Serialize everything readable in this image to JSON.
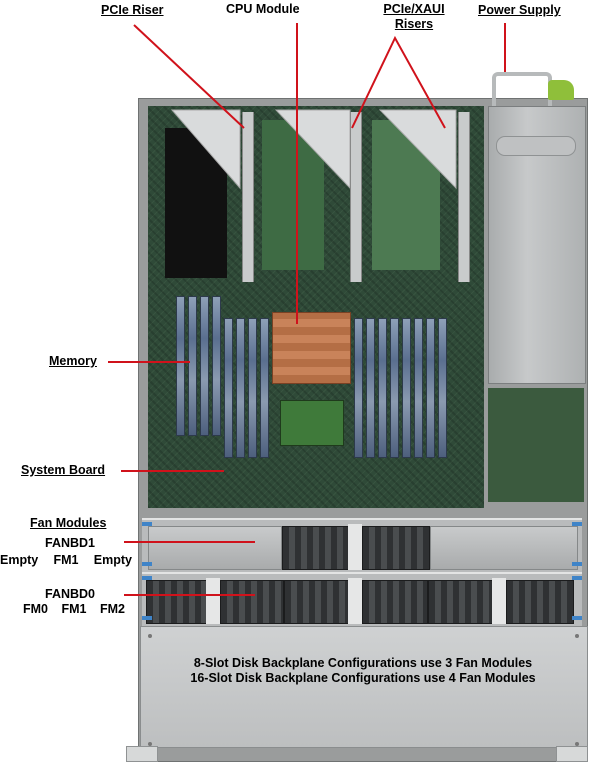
{
  "labels": {
    "pcie_riser": "PCIe Riser",
    "cpu_module": "CPU Module",
    "pcie_xaui_risers_line1": "PCIe/XAUI",
    "pcie_xaui_risers_line2": "Risers",
    "power_supply": "Power Supply",
    "memory": "Memory",
    "system_board": "System Board",
    "fan_modules": "Fan Modules",
    "fanbd1": "FANBD1",
    "fanbd1_slots": [
      "Empty",
      "FM1",
      "Empty"
    ],
    "fanbd0": "FANBD0",
    "fanbd0_slots": [
      "FM0",
      "FM1",
      "FM2"
    ]
  },
  "notes": [
    "8-Slot Disk Backplane Configurations use 3 Fan Modules",
    "16-Slot Disk Backplane Configurations use 4 Fan Modules"
  ],
  "colors": {
    "callout_line": "#d0121b",
    "text": "#000000"
  }
}
